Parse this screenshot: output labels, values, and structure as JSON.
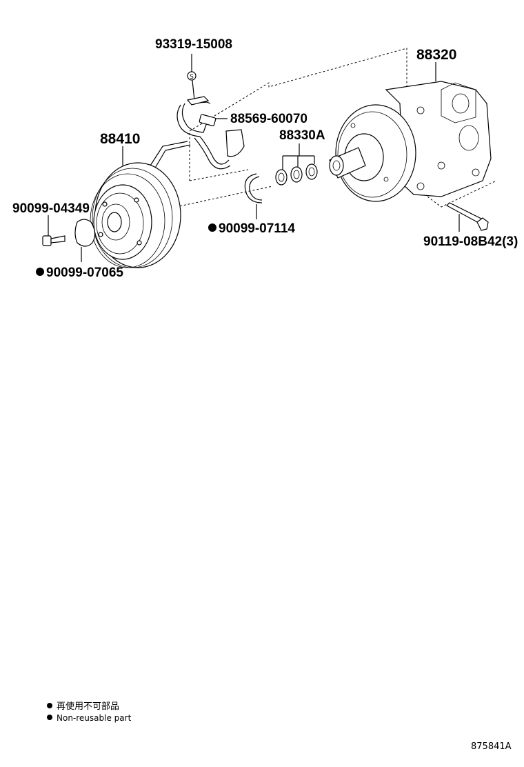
{
  "parts": {
    "wire_clip": "93319-15008",
    "sensor": "88569-60070",
    "clutch_kit": "88330A",
    "compressor": "88320",
    "clutch_assy": "88410",
    "bolt_small": "90099-04349",
    "gasket": "90099-07065",
    "snap_ring": "90099-07114",
    "bolt_long": "90119-08B42(3)"
  },
  "symbols": {
    "s_mark": "S"
  },
  "legend": {
    "line1": "再使用不可部品",
    "line2": "Non-reusable part"
  },
  "diagram_code": "875841A"
}
